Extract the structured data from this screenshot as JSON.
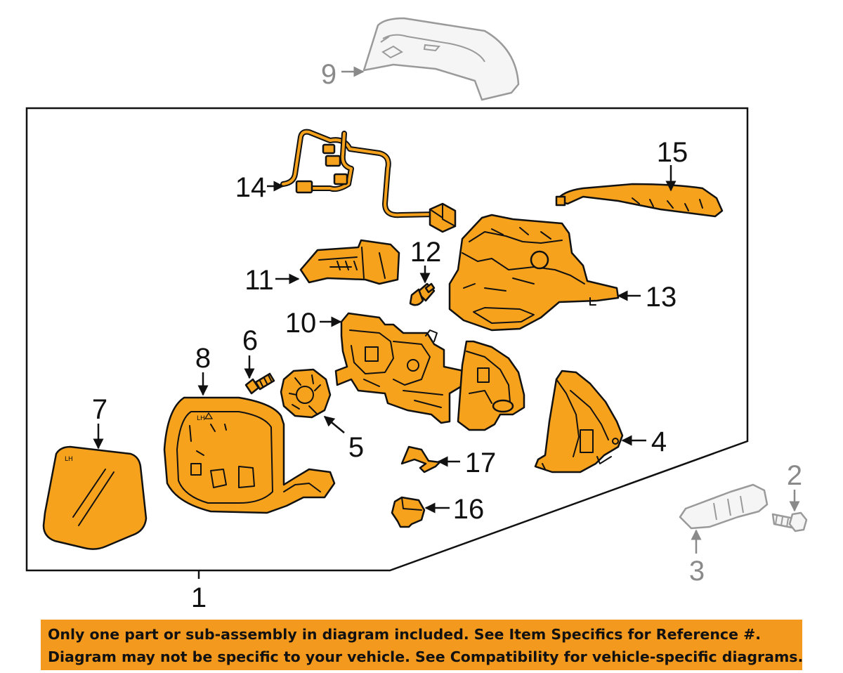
{
  "callouts": {
    "c1": "1",
    "c2": "2",
    "c3": "3",
    "c4": "4",
    "c5": "5",
    "c6": "6",
    "c7": "7",
    "c8": "8",
    "c9": "9",
    "c10": "10",
    "c11": "11",
    "c12": "12",
    "c13": "13",
    "c14": "14",
    "c15": "15",
    "c16": "16",
    "c17": "17"
  },
  "glass_marking": "LH",
  "banner": {
    "line1": "Only one part or sub-assembly in diagram included. See Item Specifics for Reference #.",
    "line2": "Diagram may not be specific to your vehicle. See Compatibility for vehicle-specific diagrams."
  },
  "colors": {
    "highlight": "#f7a21c",
    "banner": "#f39a1e",
    "outline": "#111111",
    "secondary": "#8a8a8a"
  }
}
